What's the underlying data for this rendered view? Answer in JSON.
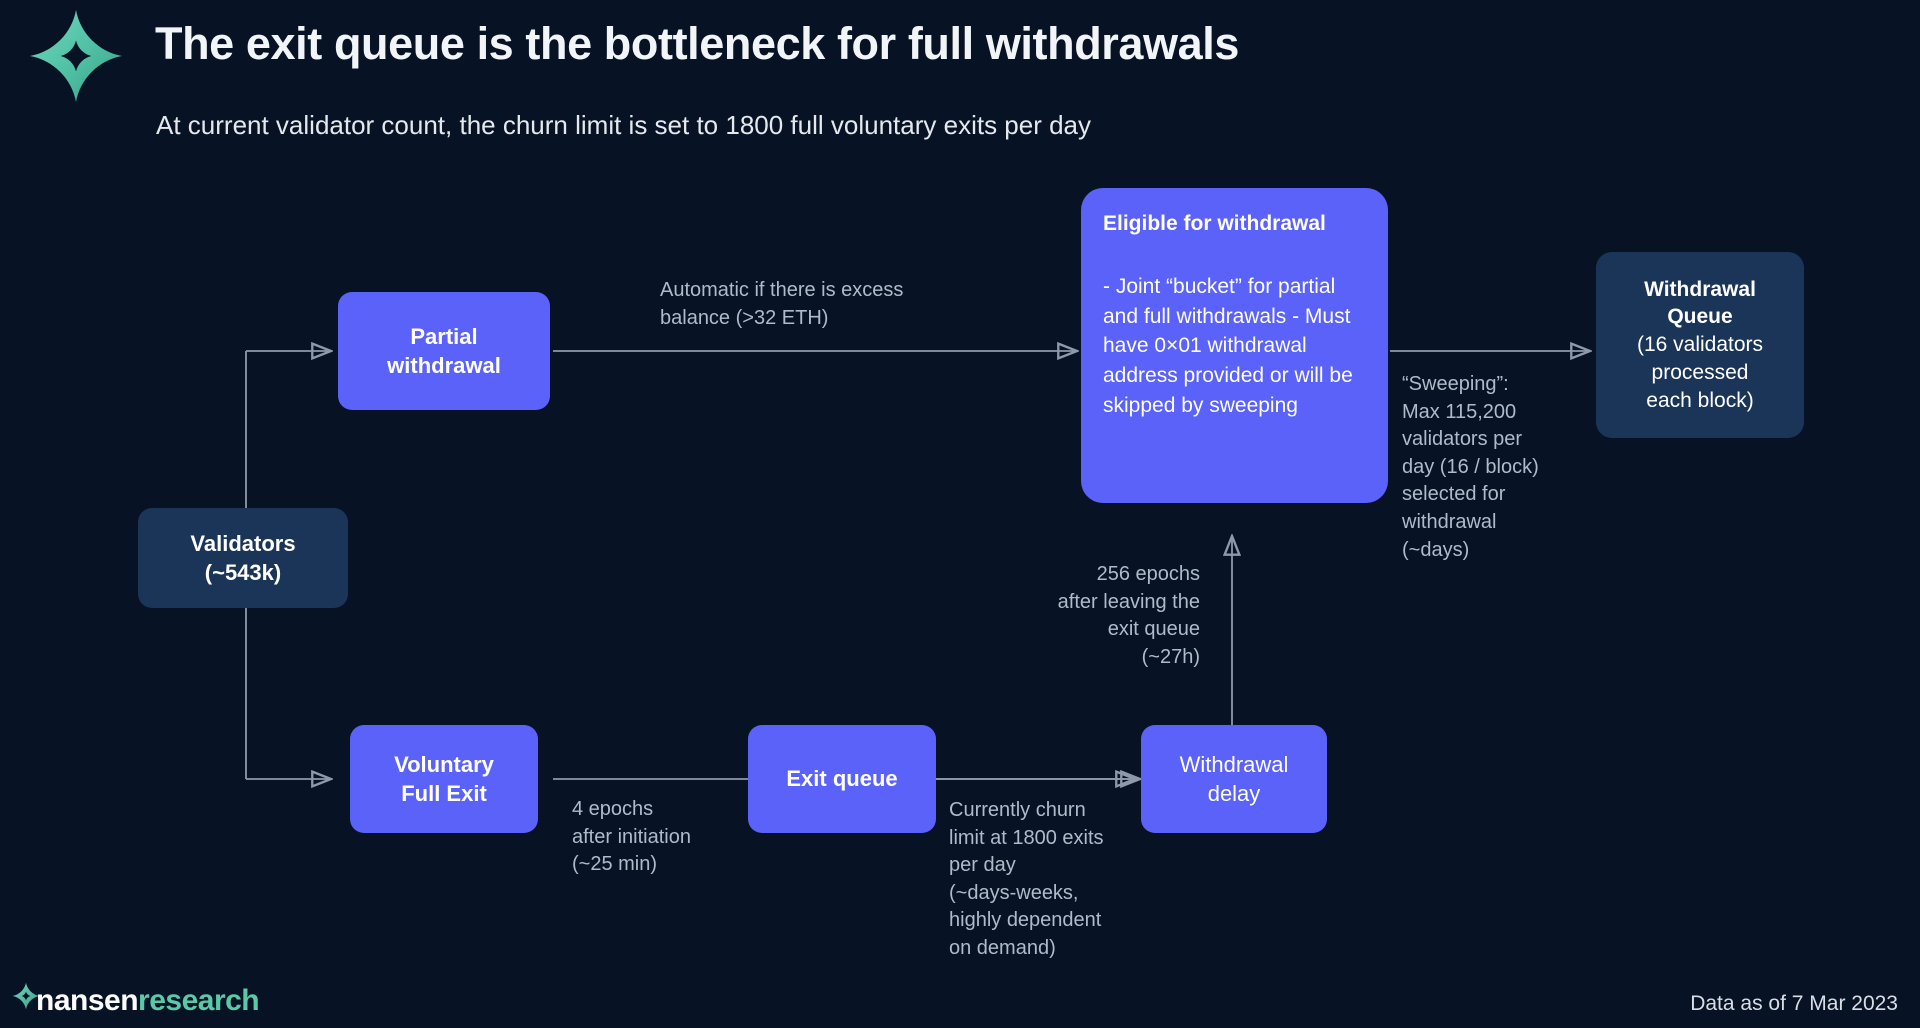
{
  "header": {
    "logo_icon": "nansen-star-icon",
    "title": "The exit queue is the bottleneck for full withdrawals",
    "subtitle": "At current validator count, the churn limit is set to 1800 full voluntary exits per day"
  },
  "footer": {
    "logo_icon": "nansen-star-icon",
    "wordmark_primary": "nansen",
    "wordmark_secondary": "research",
    "note": "Data as of 7 Mar 2023"
  },
  "colors": {
    "background": "#081225",
    "node_purple": "#5B62F9",
    "node_navy": "#1B3558",
    "edge_line": "#8C9AAC",
    "edge_label_text": "#AFBBC9",
    "brand_teal": "#5BC9A8",
    "title_text": "#F2F5F8"
  },
  "diagram": {
    "type": "flowchart",
    "nodes": [
      {
        "id": "validators",
        "name": "validators-node",
        "style": "navy",
        "lines": [
          "Validators",
          "(~543k)"
        ],
        "weights": [
          "bold",
          "bold"
        ],
        "font_size": 22
      },
      {
        "id": "partial-withdrawal",
        "name": "partial-withdrawal-node",
        "style": "purple",
        "lines": [
          "Partial",
          "withdrawal"
        ],
        "weights": [
          "bold",
          "bold"
        ],
        "font_size": 22
      },
      {
        "id": "voluntary-full-exit",
        "name": "voluntary-full-exit-node",
        "style": "purple",
        "lines": [
          "Voluntary",
          "Full Exit"
        ],
        "weights": [
          "bold",
          "bold"
        ],
        "font_size": 22
      },
      {
        "id": "exit-queue",
        "name": "exit-queue-node",
        "style": "purple",
        "lines": [
          "Exit queue"
        ],
        "weights": [
          "bold"
        ],
        "font_size": 22
      },
      {
        "id": "withdrawal-delay",
        "name": "withdrawal-delay-node",
        "style": "purple",
        "lines": [
          "Withdrawal",
          "delay"
        ],
        "weights": [
          "normal",
          "normal"
        ],
        "font_size": 22
      },
      {
        "id": "eligible-for-withdrawal",
        "name": "eligible-for-withdrawal-node",
        "style": "purple",
        "title": "Eligible for withdrawal",
        "body": "- Joint “bucket” for partial and full withdrawals\n- Must have 0×01 withdrawal address provided or will be skipped by sweeping"
      },
      {
        "id": "withdrawal-queue",
        "name": "withdrawal-queue-node",
        "style": "navy",
        "lines": [
          "Withdrawal",
          "Queue",
          "(16 validators",
          "processed",
          "each block)"
        ],
        "weights": [
          "bold",
          "bold",
          "normal",
          "normal",
          "normal"
        ],
        "font_size": 21
      }
    ],
    "edges": [
      {
        "id": "partial-to-eligible",
        "name": "edge-label-automatic-excess-balance",
        "from": "partial-withdrawal",
        "to": "eligible-for-withdrawal",
        "label": "Automatic if there is excess\nbalance (>32 ETH)"
      },
      {
        "id": "voluntary-to-exitqueue",
        "name": "edge-label-4-epochs",
        "from": "voluntary-full-exit",
        "to": "exit-queue",
        "label": "4 epochs\nafter initiation\n(~25 min)"
      },
      {
        "id": "exitqueue-to-delay",
        "name": "edge-label-churn-limit",
        "from": "exit-queue",
        "to": "withdrawal-delay",
        "label": "Currently churn\nlimit at 1800 exits\nper day\n(~days-weeks,\nhighly dependent\non demand)"
      },
      {
        "id": "delay-to-eligible",
        "name": "edge-label-256-epochs",
        "from": "withdrawal-delay",
        "to": "eligible-for-withdrawal",
        "label": "256 epochs\nafter leaving the\nexit queue\n(~27h)"
      },
      {
        "id": "eligible-to-queue",
        "name": "edge-label-sweeping",
        "from": "eligible-for-withdrawal",
        "to": "withdrawal-queue",
        "label": "“Sweeping”:\nMax 115,200\nvalidators per\nday (16 / block)\nselected for\nwithdrawal\n(~days)"
      }
    ]
  }
}
